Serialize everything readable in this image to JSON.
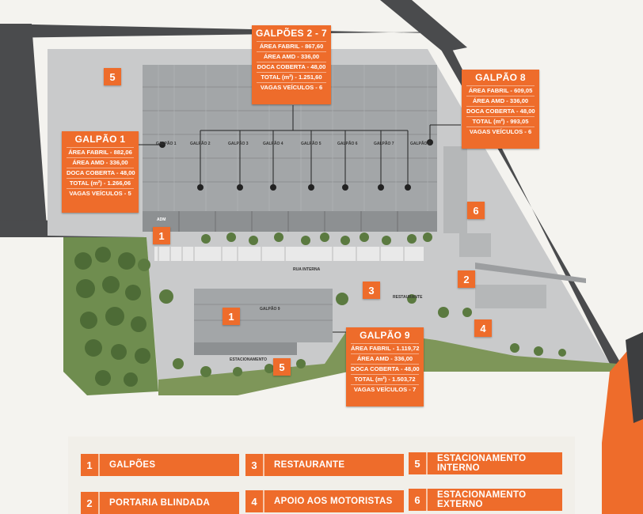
{
  "callouts": {
    "galpoes_2_7": {
      "title": "GALPÕES 2 - 7",
      "lines": [
        "ÁREA FABRIL - 867,60",
        "ÁREA AMD - 336,00",
        "DOCA COBERTA - 48,00",
        "TOTAL (m²) - 1.251,60",
        "VAGAS VEÍCULOS - 6"
      ]
    },
    "galpao_8": {
      "title": "GALPÃO 8",
      "lines": [
        "ÁREA FABRIL - 609,05",
        "ÁREA AMD - 336,00",
        "DOCA COBERTA - 48,00",
        "TOTAL (m²) - 993,05",
        "VAGAS VEÍCULOS - 6"
      ]
    },
    "galpao_1": {
      "title": "GALPÃO 1",
      "lines": [
        "ÁREA FABRIL - 882,06",
        "ÁREA AMD - 336,00",
        "DOCA COBERTA - 48,00",
        "TOTAL (m²) - 1.266,06",
        "VAGAS VEÍCULOS - 5"
      ]
    },
    "galpao_9": {
      "title": "GALPÃO 9",
      "lines": [
        "ÁREA FABRIL - 1.119,72",
        "ÁREA AMD - 336,00",
        "DOCA COBERTA - 48,00",
        "TOTAL (m²) - 1.503,72",
        "VAGAS VEÍCULOS - 7"
      ]
    }
  },
  "markers": [
    "5",
    "1",
    "1",
    "3",
    "2",
    "6",
    "4",
    "5"
  ],
  "map_labels": {
    "galpao_names": [
      "GALPÃO 1",
      "GALPÃO 2",
      "GALPÃO 3",
      "GALPÃO 4",
      "GALPÃO 5",
      "GALPÃO 6",
      "GALPÃO 7",
      "GALPÃO 8"
    ],
    "adm": "ADM",
    "rua_interna": "RUA INTERNA",
    "restaurante": "RESTAURANTE",
    "galpao_9": "GALPÃO 9",
    "estacionamento": "ESTACIONAMENTO"
  },
  "legend": [
    {
      "num": "1",
      "label": "GALPÕES"
    },
    {
      "num": "3",
      "label": "RESTAURANTE"
    },
    {
      "num": "5",
      "label": "ESTACIONAMENTO INTERNO"
    },
    {
      "num": "2",
      "label": "PORTARIA BLINDADA"
    },
    {
      "num": "4",
      "label": "APOIO AOS MOTORISTAS"
    },
    {
      "num": "6",
      "label": "ESTACIONAMENTO EXTERNO"
    }
  ],
  "colors": {
    "accent": "#ee6c2b",
    "road": "#4a4b4d",
    "roof": "#9fa2a4",
    "grass": "#6f8d4f",
    "paving": "#c9cacb"
  }
}
